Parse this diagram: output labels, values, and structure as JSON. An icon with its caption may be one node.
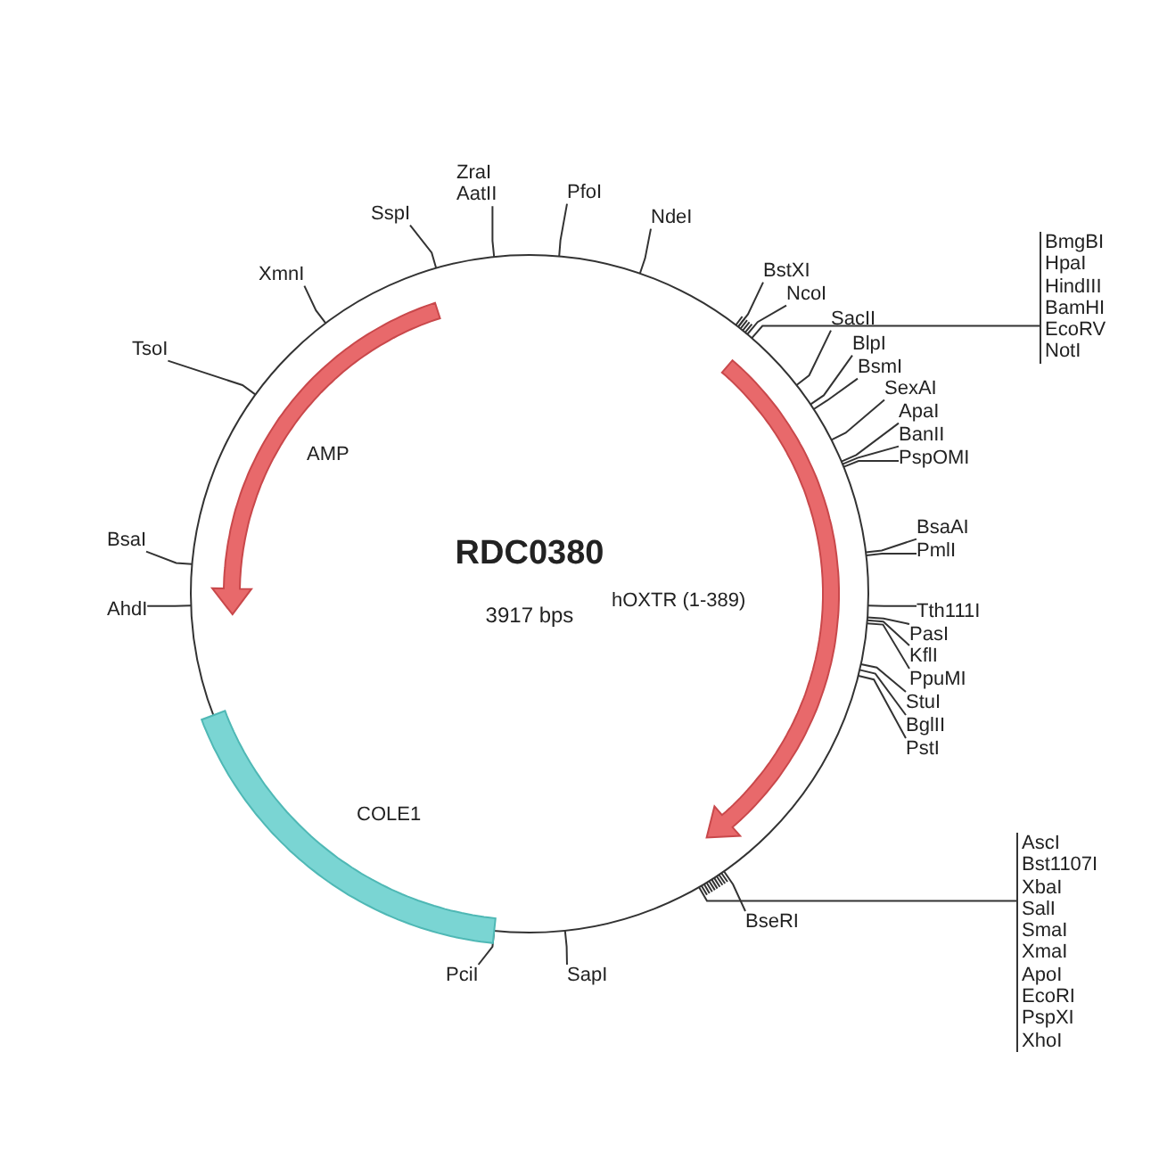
{
  "diagram": {
    "nodes": [
      {
        "text": [
          "RDC0380",
          "3917 bps"
        ]
      },
      {
        "text": [
          "AMP"
        ],
        "in": 0
      },
      {
        "text": [
          "hOXTR (1-389)"
        ],
        "in": 0
      },
      {
        "text": [
          "COLE1"
        ],
        "in": 0
      },
      {
        "text": [
          "ZraI",
          "AatII"
        ]
      },
      {
        "text": [
          "PfoI"
        ]
      },
      {
        "text": [
          "NdeI"
        ]
      },
      {
        "text": [
          "BstXI"
        ]
      },
      {
        "text": [
          "NcoI"
        ]
      },
      {
        "text": [
          "BmgBI",
          "HpaI",
          "HindIII",
          "BamHI",
          "EcoRV",
          "NotI"
        ]
      },
      {
        "text": [
          "SacII"
        ]
      },
      {
        "text": [
          "BlpI"
        ]
      },
      {
        "text": [
          "BsmI"
        ]
      },
      {
        "text": [
          "SexAI"
        ]
      },
      {
        "text": [
          "ApaI"
        ]
      },
      {
        "text": [
          "BanII"
        ]
      },
      {
        "text": [
          "PspOMI"
        ]
      },
      {
        "text": [
          "BsaAI"
        ]
      },
      {
        "text": [
          "PmlI"
        ]
      },
      {
        "text": [
          "Tth111I"
        ]
      },
      {
        "text": [
          "PasI"
        ]
      },
      {
        "text": [
          "KflI"
        ]
      },
      {
        "text": [
          "PpuMI"
        ]
      },
      {
        "text": [
          "StuI"
        ]
      },
      {
        "text": [
          "BglII"
        ]
      },
      {
        "text": [
          "PstI"
        ]
      },
      {
        "text": [
          "BseRI"
        ]
      },
      {
        "text": [
          "AscI",
          "Bst1107I",
          "XbaI",
          "SalI",
          "SmaI",
          "XmaI",
          "ApoI",
          "EcoRI",
          "PspXI",
          "XhoI"
        ]
      },
      {
        "text": [
          "SapI"
        ]
      },
      {
        "text": [
          "PciI"
        ]
      },
      {
        "text": [
          "AhdI"
        ]
      },
      {
        "text": [
          "BsaI"
        ]
      },
      {
        "text": [
          "TsoI"
        ]
      },
      {
        "text": [
          "XmnI"
        ]
      },
      {
        "text": [
          "SspI"
        ]
      }
    ],
    "edges": [
      {
        "from": 4,
        "to": 0,
        "arrow": "none"
      },
      {
        "from": 5,
        "to": 0,
        "arrow": "none"
      },
      {
        "from": 6,
        "to": 0,
        "arrow": "none"
      },
      {
        "from": 7,
        "to": 0,
        "arrow": "none"
      },
      {
        "from": 8,
        "to": 0,
        "arrow": "none"
      },
      {
        "from": 9,
        "to": 0,
        "arrow": "none"
      },
      {
        "from": 10,
        "to": 0,
        "arrow": "none"
      },
      {
        "from": 11,
        "to": 0,
        "arrow": "none"
      },
      {
        "from": 12,
        "to": 0,
        "arrow": "none"
      },
      {
        "from": 13,
        "to": 0,
        "arrow": "none"
      },
      {
        "from": 14,
        "to": 0,
        "arrow": "none"
      },
      {
        "from": 15,
        "to": 0,
        "arrow": "none"
      },
      {
        "from": 16,
        "to": 0,
        "arrow": "none"
      },
      {
        "from": 17,
        "to": 0,
        "arrow": "none"
      },
      {
        "from": 18,
        "to": 0,
        "arrow": "none"
      },
      {
        "from": 19,
        "to": 0,
        "arrow": "none"
      },
      {
        "from": 20,
        "to": 0,
        "arrow": "none"
      },
      {
        "from": 21,
        "to": 0,
        "arrow": "none"
      },
      {
        "from": 22,
        "to": 0,
        "arrow": "none"
      },
      {
        "from": 23,
        "to": 0,
        "arrow": "none"
      },
      {
        "from": 24,
        "to": 0,
        "arrow": "none"
      },
      {
        "from": 25,
        "to": 0,
        "arrow": "none"
      },
      {
        "from": 26,
        "to": 0,
        "arrow": "none"
      },
      {
        "from": 27,
        "to": 0,
        "arrow": "none"
      },
      {
        "from": 28,
        "to": 0,
        "arrow": "none"
      },
      {
        "from": 29,
        "to": 0,
        "arrow": "none"
      },
      {
        "from": 30,
        "to": 0,
        "arrow": "none"
      },
      {
        "from": 31,
        "to": 0,
        "arrow": "none"
      },
      {
        "from": 32,
        "to": 0,
        "arrow": "none"
      },
      {
        "from": 33,
        "to": 0,
        "arrow": "none"
      },
      {
        "from": 34,
        "to": 0,
        "arrow": "none"
      }
    ]
  }
}
